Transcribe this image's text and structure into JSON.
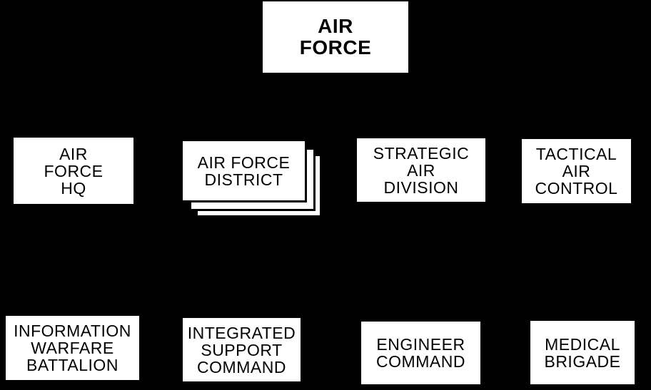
{
  "page": {
    "background_color": "#000000"
  },
  "colors": {
    "box_fill": "#ffffff",
    "box_border": "#000000",
    "box_text": "#000000"
  },
  "nodes": [
    {
      "id": "air-force",
      "lines": [
        "AIR",
        "FORCE"
      ],
      "bold": true,
      "stacked": false
    },
    {
      "id": "air-force-hq",
      "lines": [
        "AIR",
        "FORCE",
        "HQ"
      ],
      "bold": false,
      "stacked": false
    },
    {
      "id": "air-force-district",
      "lines": [
        "AIR FORCE",
        "DISTRICT"
      ],
      "bold": false,
      "stacked": true
    },
    {
      "id": "strategic-air-division",
      "lines": [
        "STRATEGIC",
        "AIR",
        "DIVISION"
      ],
      "bold": false,
      "stacked": false
    },
    {
      "id": "tactical-air-control",
      "lines": [
        "TACTICAL",
        "AIR",
        "CONTROL"
      ],
      "bold": false,
      "stacked": false
    },
    {
      "id": "information-warfare-battalion",
      "lines": [
        "INFORMATION",
        "WARFARE",
        "BATTALION"
      ],
      "bold": false,
      "stacked": false
    },
    {
      "id": "integrated-support-command",
      "lines": [
        "INTEGRATED",
        "SUPPORT",
        "COMMAND"
      ],
      "bold": false,
      "stacked": false
    },
    {
      "id": "engineer-command",
      "lines": [
        "ENGINEER",
        "COMMAND"
      ],
      "bold": false,
      "stacked": false
    },
    {
      "id": "medical-brigade",
      "lines": [
        "MEDICAL",
        "BRIGADE"
      ],
      "bold": false,
      "stacked": false
    }
  ]
}
